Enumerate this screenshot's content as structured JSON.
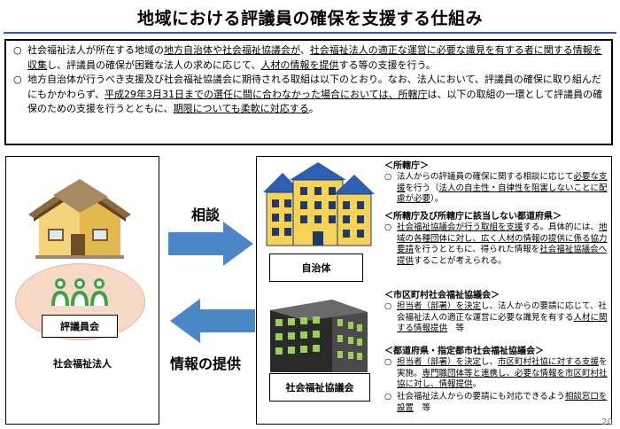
{
  "title": "地域における評議員の確保を支援する仕組み",
  "intro": {
    "mark": "○",
    "para1": {
      "segments": [
        {
          "text": "社会福祉法人が所在する地域の",
          "u": false
        },
        {
          "text": "地方自治体や社会福祉協議会が",
          "u": true
        },
        {
          "text": "、",
          "u": false
        },
        {
          "text": "社会福祉法人の適正な運営に必要な識見を有する者に関する情報を収集",
          "u": true
        },
        {
          "text": "し、評議員の確保が困難な法人の求めに応じて、",
          "u": false
        },
        {
          "text": "人材の情報を提供",
          "u": true
        },
        {
          "text": "する等の支援を行う。",
          "u": false
        }
      ]
    },
    "para2": {
      "segments": [
        {
          "text": "地方自治体が行うべき支援及び社会福祉協議会に期待される取組は以下のとおり。なお、法人において、評議員の確保に取り組んだにもかかわらず、",
          "u": false
        },
        {
          "text": "平成29年3月31日までの選任に間に合わなかった場合においては、所轄庁",
          "u": true
        },
        {
          "text": "は、以下の取組の一環として評議員の確保のための支援を行うとともに、",
          "u": false
        },
        {
          "text": "期限についても柔軟に対応する",
          "u": true
        },
        {
          "text": "。",
          "u": false
        }
      ]
    }
  },
  "left": {
    "committee_label": "評議員会",
    "org_label": "社会福祉法人"
  },
  "arrows": {
    "top_label": "相談",
    "bottom_label": "情報の提供",
    "color": "#4a86c8"
  },
  "right": {
    "gov_label": "自治体",
    "council_label": "社会福祉協議会",
    "sections": [
      {
        "heading": "＜所轄庁＞",
        "items": [
          {
            "mark": "○",
            "segments": [
              {
                "text": "法人からの評議員の確保に関する相談に応じて",
                "u": false
              },
              {
                "text": "必要な支援",
                "u": true
              },
              {
                "text": "を行う（",
                "u": false
              },
              {
                "text": "法人の自主性・自律性を阻害しないことに配慮が必要",
                "u": true
              },
              {
                "text": "）。",
                "u": false
              }
            ]
          }
        ]
      },
      {
        "heading": "＜所轄庁及び所轄庁に該当しない都道府県＞",
        "items": [
          {
            "mark": "○",
            "segments": [
              {
                "text": "社会福祉協議会が行う取組を支援",
                "u": true
              },
              {
                "text": "する。具体的には、",
                "u": false
              },
              {
                "text": "地域の各種団体に対し、広く人材の情報の提供に係る協力要請",
                "u": true
              },
              {
                "text": "を行うとともに、得られた情報を",
                "u": false
              },
              {
                "text": "社会福祉協議会へ提供",
                "u": true
              },
              {
                "text": "することが考えられる。",
                "u": false
              }
            ]
          }
        ]
      },
      {
        "heading": "＜市区町村社会福祉協議会＞",
        "items": [
          {
            "mark": "○",
            "segments": [
              {
                "text": "担当者（部署）を決定",
                "u": true
              },
              {
                "text": "し、法人からの要請に応じて、社会福祉法人の適正な運営に必要な識見を有する",
                "u": false
              },
              {
                "text": "人材に関する情報提供",
                "u": true
              },
              {
                "text": "　等",
                "u": false
              }
            ]
          }
        ]
      },
      {
        "heading": "＜都道府県・指定都市社会福祉協議会＞",
        "items": [
          {
            "mark": "○",
            "segments": [
              {
                "text": "担当者（部署）を決定",
                "u": true
              },
              {
                "text": "し、",
                "u": false
              },
              {
                "text": "市区町村社協に対する支援",
                "u": true
              },
              {
                "text": "を実施。",
                "u": false
              },
              {
                "text": "専門職団体等と連携し、必要な情報を市区町村社協に対し、情報提供",
                "u": true
              },
              {
                "text": "。",
                "u": false
              }
            ]
          },
          {
            "mark": "○",
            "segments": [
              {
                "text": "社会福祉法人からの要請にも対応できるよう",
                "u": false
              },
              {
                "text": "相談窓口を設置",
                "u": true
              },
              {
                "text": "　等",
                "u": false
              }
            ]
          }
        ]
      }
    ]
  },
  "page_number": "20"
}
